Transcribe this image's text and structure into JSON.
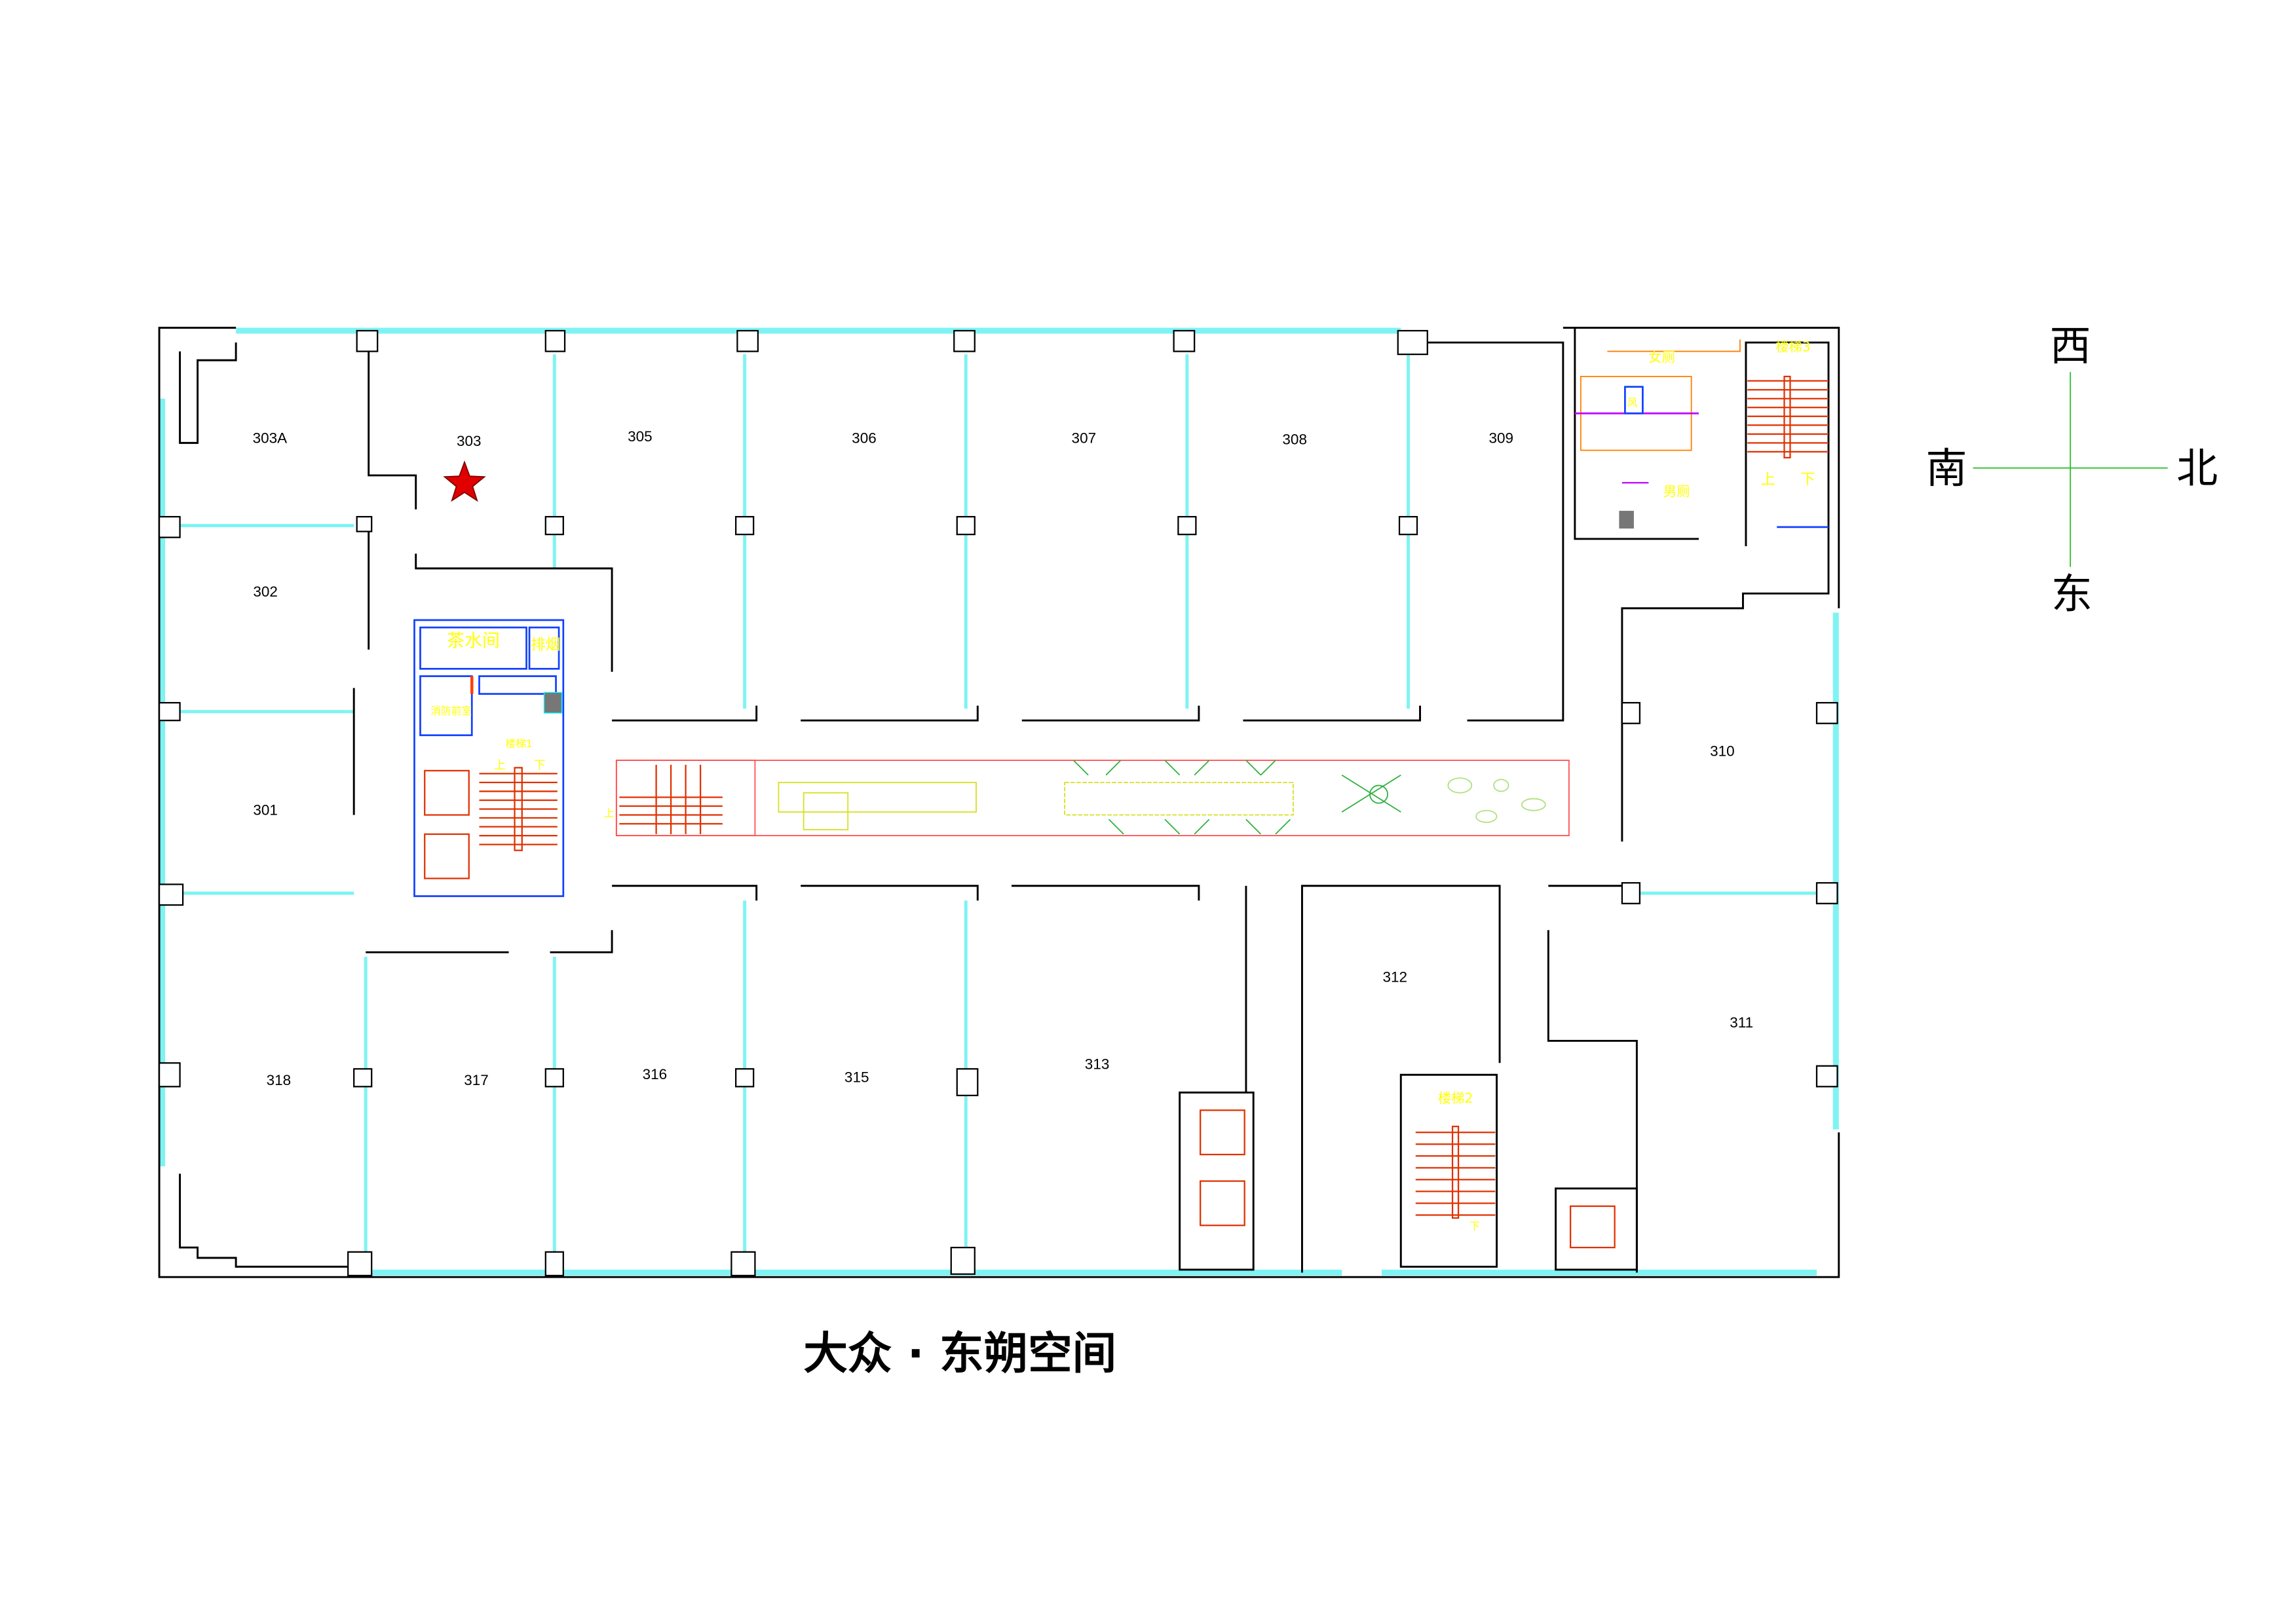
{
  "title": "大众 · 东朔空间",
  "compass": {
    "north": "北",
    "south": "南",
    "east": "东",
    "west": "西"
  },
  "rooms": [
    {
      "id": "303A"
    },
    {
      "id": "303"
    },
    {
      "id": "305"
    },
    {
      "id": "306"
    },
    {
      "id": "307"
    },
    {
      "id": "308"
    },
    {
      "id": "309"
    },
    {
      "id": "302"
    },
    {
      "id": "301"
    },
    {
      "id": "310"
    },
    {
      "id": "318"
    },
    {
      "id": "317"
    },
    {
      "id": "316"
    },
    {
      "id": "315"
    },
    {
      "id": "313"
    },
    {
      "id": "312"
    },
    {
      "id": "311"
    }
  ],
  "core_labels": {
    "tea_room": "茶水间",
    "smoke_exhaust": "排烟",
    "fire_lobby": "消防前室",
    "stair1": "楼梯1",
    "stair2": "楼梯2",
    "stair3": "楼梯3",
    "up": "上",
    "down": "下",
    "womens_restroom": "女厕",
    "mens_restroom": "男厕",
    "shaft": "风"
  },
  "marker": {
    "room": "303",
    "color": "#e00000"
  }
}
